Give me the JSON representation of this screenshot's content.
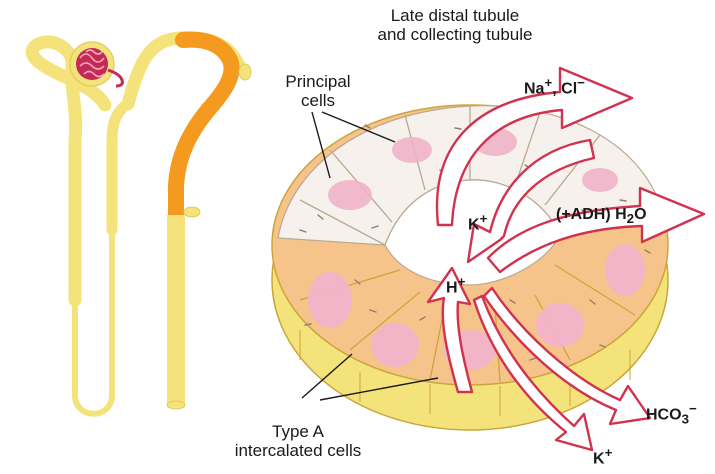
{
  "labels": {
    "segment_line1": "Late distal tubule",
    "segment_line2": "and collecting tubule",
    "principal_line1": "Principal",
    "principal_line2": "cells",
    "intercalated_line1": "Type A",
    "intercalated_line2": "intercalated cells"
  },
  "flows": {
    "na_cl": {
      "text": "Na",
      "sup": "+",
      "rest": ", Cl",
      "sup2": "−"
    },
    "k_secreted_principal": {
      "text": "K",
      "sup": "+"
    },
    "water": {
      "prefix": "(+ADH) H",
      "sub": "2",
      "rest": "O"
    },
    "h_secreted": {
      "text": "H",
      "sup": "+"
    },
    "hco3": {
      "text": "HCO",
      "sub": "3",
      "sup": "−"
    },
    "k_reabsorbed": {
      "text": "K",
      "sup": "+"
    }
  },
  "colors": {
    "tubule_yellow": "#f4e37a",
    "highlight_orange": "#f39a1f",
    "glomerulus": "#c42a55",
    "principal_cytoplasm": "#f6f1ec",
    "intercalated_cytoplasm": "#f6c48b",
    "nucleus": "#f1b3c9",
    "arrow_outline": "#d1324f"
  }
}
